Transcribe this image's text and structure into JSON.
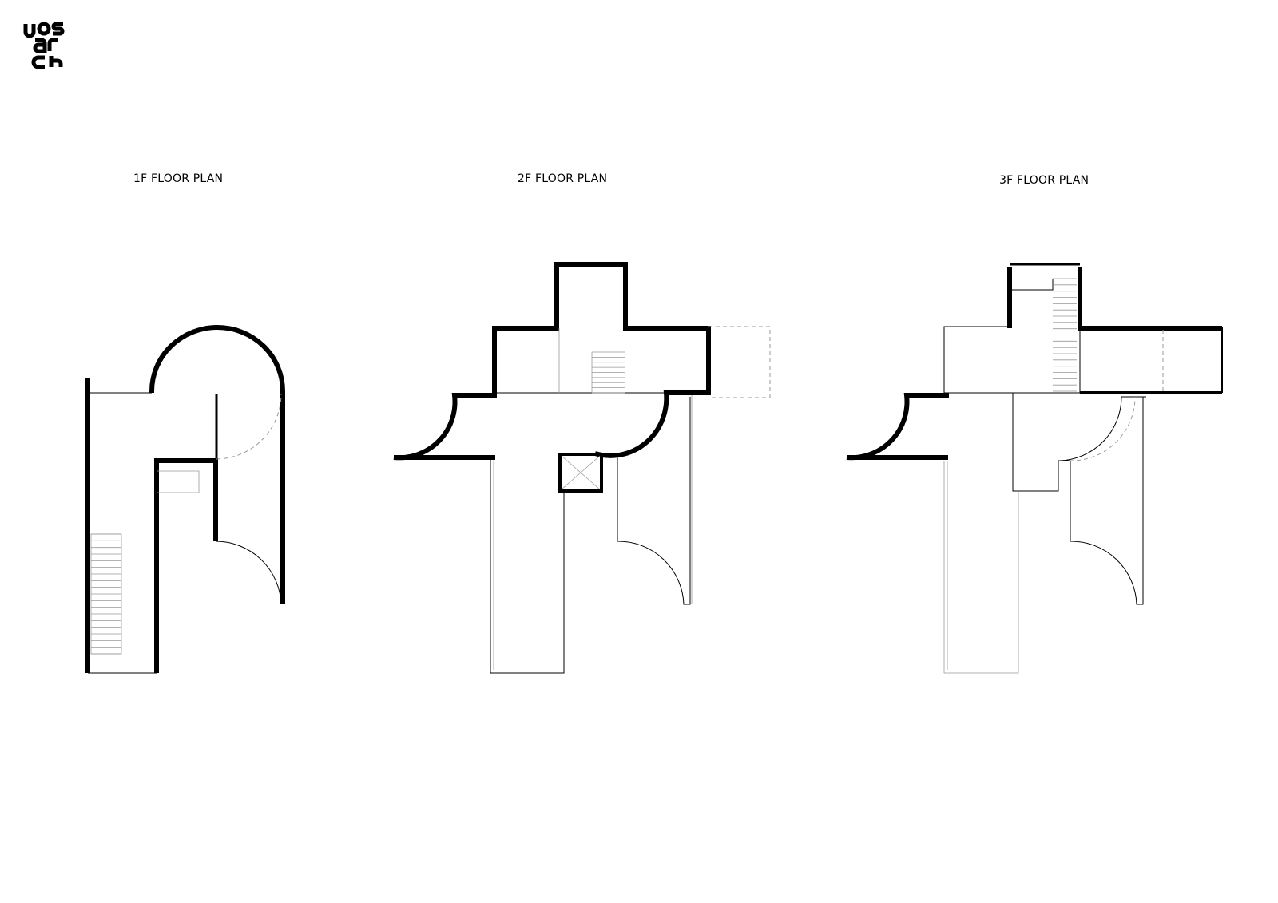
{
  "brand": {
    "logo_name": "uos-arch-logo"
  },
  "plans": [
    {
      "title": "1F FLOOR PLAN"
    },
    {
      "title": "2F FLOOR PLAN"
    },
    {
      "title": "3F FLOOR PLAN"
    }
  ]
}
